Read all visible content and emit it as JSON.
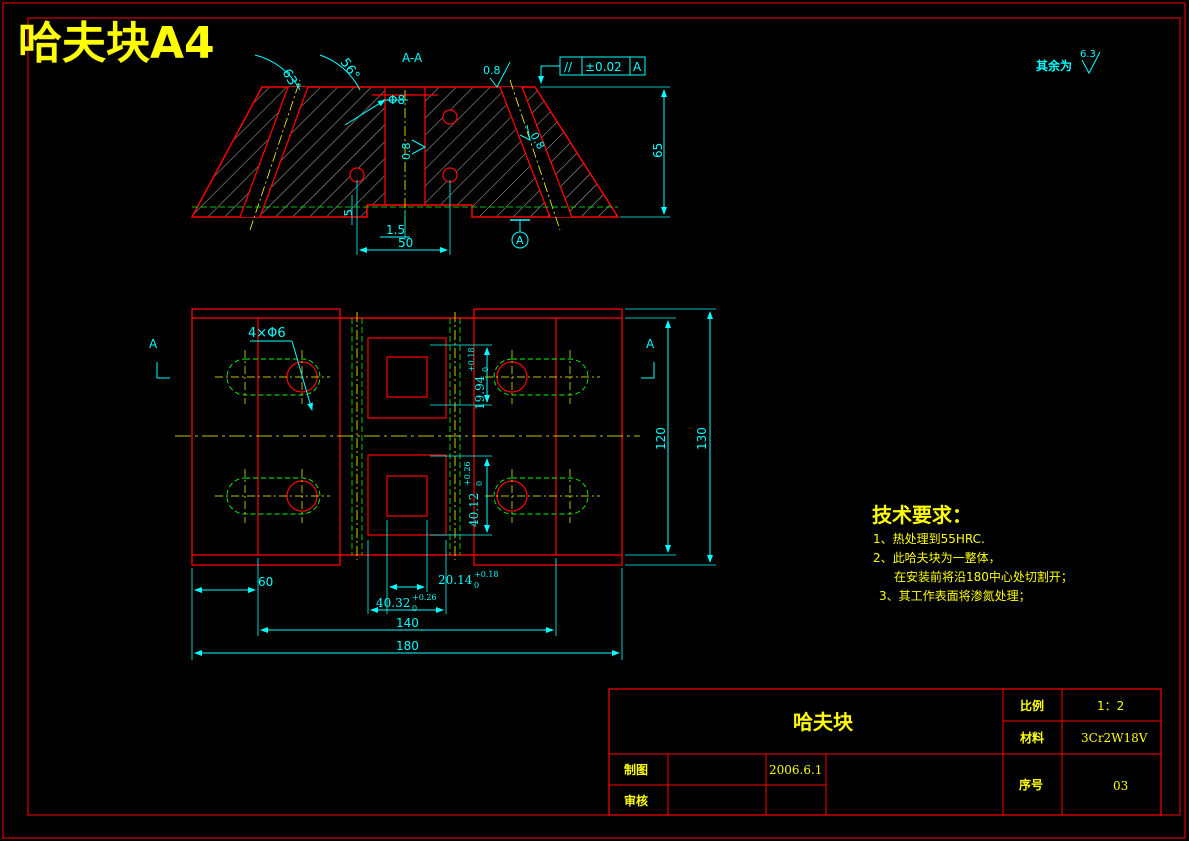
{
  "sheet": {
    "corner_title": "哈夫块A4",
    "section_label": "A-A",
    "other_finish": "其余为",
    "other_finish_value": "6.3"
  },
  "section_view": {
    "angle_left": "63°",
    "angle_right": "56°",
    "hole_dia": "Φ8",
    "tolerance_symbol": "//",
    "tolerance_value": "±0.02",
    "tolerance_datum": "A",
    "roughness_top": "0.8",
    "roughness_slot": "0.8",
    "roughness_right": "0.8",
    "dim_height": "65",
    "dim_step": "5",
    "dim_gap": "1.5",
    "dim_width": "50",
    "datum_label": "A"
  },
  "plan_view": {
    "section_mark_left": "A",
    "section_mark_right": "A",
    "holes_label": "4×Φ6",
    "dim_upper_slot": "19.94",
    "dim_upper_slot_tol_upper": "+0.18",
    "dim_upper_slot_tol_lower": "0",
    "dim_lower_slot": "40.12",
    "dim_lower_slot_tol_upper": "+0.26",
    "dim_lower_slot_tol_lower": "0",
    "dim_height_inner": "120",
    "dim_height_outer": "130",
    "dim_left": "60",
    "dim_slot_w": "20.14",
    "dim_slot_w_tol_upper": "+0.18",
    "dim_slot_w_tol_lower": "0",
    "dim_center": "40.32",
    "dim_center_tol_upper": "+0.26",
    "dim_center_tol_lower": "0",
    "dim_140": "140",
    "dim_180": "180"
  },
  "tech_requirements": {
    "heading": "技术要求：",
    "items": [
      "1、热处理到55HRC.",
      "2、此哈夫块为一整体，",
      "在安装前将沿180中心处切割开；",
      "3、其工作表面将渗氮处理；"
    ]
  },
  "title_block": {
    "part_name": "哈夫块",
    "scale_label": "比例",
    "scale_value": "1：2",
    "material_label": "材料",
    "material_value": "3Cr2W18V",
    "drawn_label": "制图",
    "date": "2006.6.1",
    "checked_label": "审核",
    "serial_label": "序号",
    "serial_value": "03"
  },
  "colors": {
    "background": "#000000",
    "outline": "#ff0000",
    "dimension": "#00ffff",
    "hidden": "#00ff00",
    "text": "#ffff00",
    "hatch": "#ffffff"
  }
}
